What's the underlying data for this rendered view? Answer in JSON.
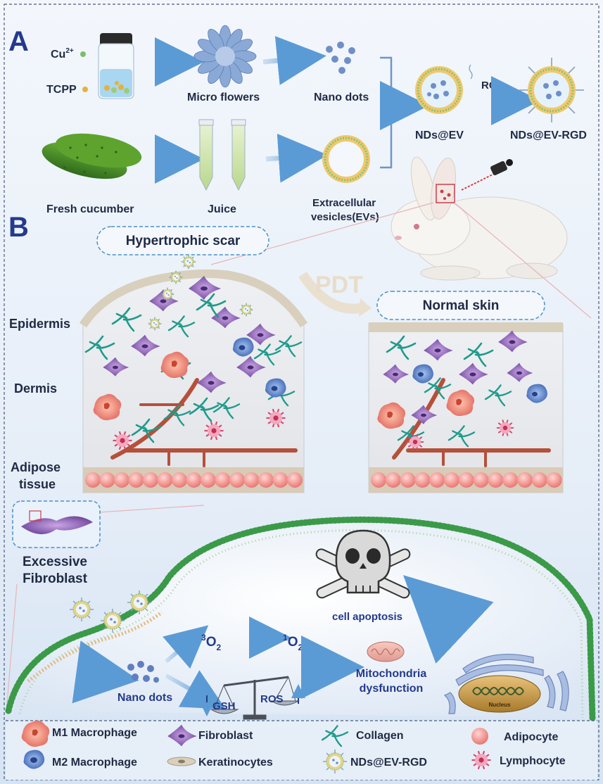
{
  "panel_a": {
    "letter": "A",
    "cu_label": "Cu",
    "cu_sup": "2+",
    "tcpp_label": "TCPP",
    "micro_flowers": "Micro flowers",
    "nano_dots": "Nano dots",
    "fresh_cucumber": "Fresh cucumber",
    "juice": "Juice",
    "ev_line1": "Extracellular",
    "ev_line2": "vesicles(EVs)",
    "nds_ev": "NDs@EV",
    "rgd": "RGD",
    "nds_ev_rgd": "NDs@EV-RGD"
  },
  "panel_b": {
    "letter": "B",
    "hypertrophic_scar": "Hypertrophic scar",
    "normal_skin": "Normal skin",
    "pdt": "PDT",
    "epidermis": "Epidermis",
    "dermis": "Dermis",
    "adipose_line1": "Adipose",
    "adipose_line2": "tissue",
    "excessive": "Excessive",
    "fibroblast": "Fibroblast"
  },
  "mechanism": {
    "o2_pre": "3",
    "o2": "O",
    "o2_sub": "2",
    "singlet_pre": "1",
    "singlet": "O",
    "singlet_sub": "2",
    "nano_dots": "Nano dots",
    "gsh": "GSH",
    "ros": "ROS",
    "mito_line1": "Mitochondria",
    "mito_line2": "dysfunction",
    "cell_apoptosis": "cell apoptosis",
    "nucleus": "Nucleus"
  },
  "legend": {
    "m1": "M1 Macrophage",
    "m2": "M2 Macrophage",
    "fibroblast": "Fibroblast",
    "keratinocytes": "Keratinocytes",
    "collagen": "Collagen",
    "nds_ev_rgd": "NDs@EV-RGD",
    "adipocyte": "Adipocyte",
    "lymphocyte": "Lymphocyte"
  },
  "colors": {
    "title_blue": "#243a8c",
    "fibroblast": "#7a4fa6",
    "collagen": "#1f9a8a",
    "m1": "#e8806a",
    "m2": "#4f79c4",
    "adipocyte": "#f08a8a",
    "vessel": "#b5503a",
    "membrane": "#3a9a48"
  }
}
